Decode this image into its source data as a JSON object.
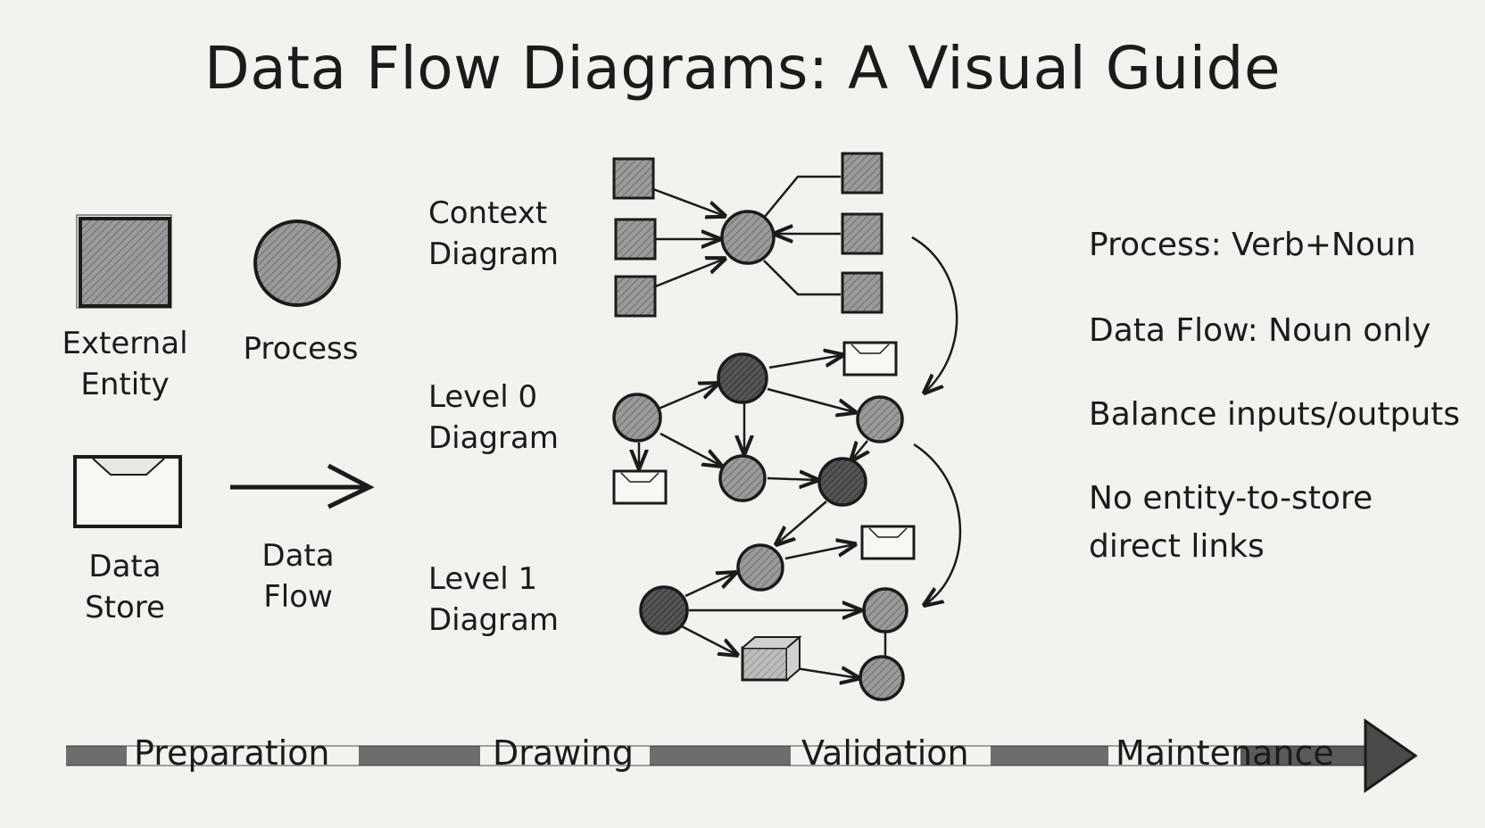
{
  "title": "Data Flow Diagrams: A Visual Guide",
  "legend": {
    "external_entity": [
      "External",
      "Entity"
    ],
    "process": "Process",
    "data_store": [
      "Data",
      "Store"
    ],
    "data_flow": [
      "Data",
      "Flow"
    ]
  },
  "levels": {
    "context": [
      "Context",
      "Diagram"
    ],
    "level0": [
      "Level 0",
      "Diagram"
    ],
    "level1": [
      "Level 1",
      "Diagram"
    ]
  },
  "rules": [
    "Process: Verb+Noun",
    "Data Flow: Noun only",
    "Balance inputs/outputs",
    "No entity-to-store",
    "direct links"
  ],
  "steps": [
    "Preparation",
    "Drawing",
    "Validation",
    "Maintenance"
  ],
  "colors": {
    "paper": "#f3f2ee",
    "ink": "#1b1b1b",
    "shade": "#8c8c8c"
  }
}
